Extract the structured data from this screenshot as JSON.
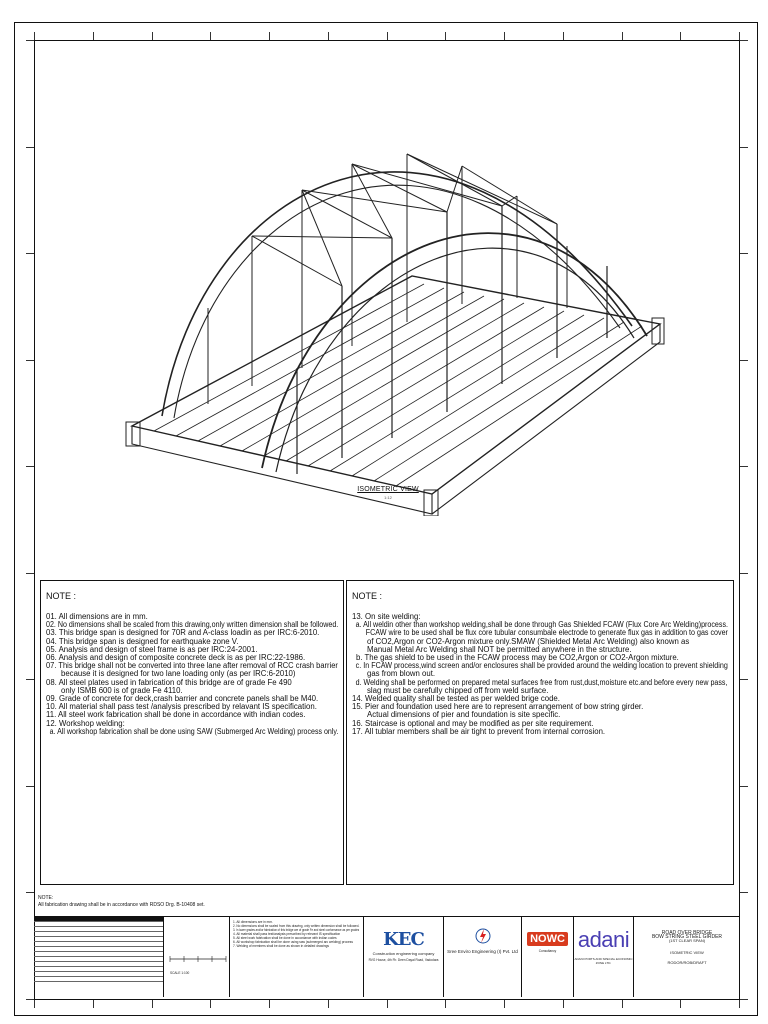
{
  "drawing": {
    "view_title": "ISOMETRIC VIEW",
    "view_scale": "1:12"
  },
  "notes_left": {
    "heading": "NOTE :",
    "items": [
      {
        "text": "01. All dimensions are in mm.",
        "kind": "main"
      },
      {
        "text": "02. No dimensions shall be scaled from this drawing,only written dimension shall be followed.",
        "kind": "main"
      },
      {
        "text": "03. This bridge span is designed for 70R and A-class loadin as per IRC:6-2010.",
        "kind": "main"
      },
      {
        "text": "04. This bridge span is designed for earthquake zone V.",
        "kind": "main"
      },
      {
        "text": "05. Analysis and design of steel frame is as per IRC:24-2001.",
        "kind": "main"
      },
      {
        "text": "06. Analysis and design of composite concrete deck is as per IRC:22-1986.",
        "kind": "main"
      },
      {
        "text": "07. This bridge shall not be converted into three lane after removal of RCC crash barrier",
        "kind": "main"
      },
      {
        "text": "because it is designed for two lane loading only (as per IRC:6-2010)",
        "kind": "cont"
      },
      {
        "text": "08. All steel plates used in fabrication of this bridge are of grade Fe 490",
        "kind": "main"
      },
      {
        "text": "only ISMB 600 is of grade Fe 4110.",
        "kind": "cont"
      },
      {
        "text": "09. Grade of concrete for deck,crash barrier and concrete panels shall be M40.",
        "kind": "main"
      },
      {
        "text": "10. All material shall pass test /analysis prescribed by relavant IS specification.",
        "kind": "main"
      },
      {
        "text": "11. All steel work fabrication shall be done in accordance with indian codes.",
        "kind": "main"
      },
      {
        "text": "12. Workshop welding:",
        "kind": "main"
      },
      {
        "text": "a. All workshop fabrication shall be done using SAW (Submerged Arc Welding) process only.",
        "kind": "sub"
      }
    ]
  },
  "notes_right": {
    "heading": "NOTE :",
    "items": [
      {
        "text": "13. On site welding:",
        "kind": "main"
      },
      {
        "text": "a. All weldin other than workshop welding,shall be done through Gas Shielded FCAW (Flux Core Arc Welding)process.",
        "kind": "sub"
      },
      {
        "text": "FCAW wire to be used shall be flux core tubular consumbale electrode to generate flux gas in addition to gas cover",
        "kind": "cont"
      },
      {
        "text": "of CO2,Argon or CO2-Argon mixture only.SMAW (Shielded Metal Arc Welding) also known as",
        "kind": "cont"
      },
      {
        "text": "Manual Metal Arc Welding shall NOT be permitted anywhere in the structure.",
        "kind": "cont"
      },
      {
        "text": "b. The gas shield to be used in the FCAW process may be CO2,Argon or CO2-Argon mixture.",
        "kind": "sub"
      },
      {
        "text": "c. In FCAW process,wind screen and/or enclosures shall be provided around the welding location to prevent shielding",
        "kind": "sub"
      },
      {
        "text": "gas from blown out.",
        "kind": "cont"
      },
      {
        "text": "d. Welding shall be performed on prepared metal surfaces free from rust,dust,moisture etc.and before every new pass,",
        "kind": "sub"
      },
      {
        "text": "slag must be carefully chipped off from weld surface.",
        "kind": "cont"
      },
      {
        "text": "14. Welded quality shall be tested as per welded brige code.",
        "kind": "main"
      },
      {
        "text": "15. Pier and foundation used here are to represent arrangement of bow string girder.",
        "kind": "main"
      },
      {
        "text": "Actual dimensions of pier and foundation is site specific.",
        "kind": "cont"
      },
      {
        "text": "16. Staircase is optional and may be modified as per site requirement.",
        "kind": "main"
      },
      {
        "text": "17. All tublar members shall be air tight to prevent from internal corrosion.",
        "kind": "main"
      }
    ]
  },
  "bottom_note": {
    "heading": "NOTE:",
    "text": "All fabrication drawing shall be in accordance with RDSO Drg. B-10408 set."
  },
  "title_block": {
    "kec_logo": "KEC",
    "kec_name": "Construction engineering company",
    "kec_addr": "RVG House, 4th Flr. Deen Dayal Road, Vadodara",
    "sree_name": "Sree Enviro Engineering (I) Pvt. Ltd",
    "nowc_logo": "NOWC",
    "nowc_sub": "Consultancy",
    "adani_logo": "adani",
    "adani_sub": "ADANI PORTS AND SPECIAL ECONOMIC ZONE LTD.",
    "project_title": "ROAD OVER BRIDGE",
    "drawing_title": "BOW STRING STEEL GIRDER",
    "drawing_subtitle": "(1ST CLEAR SPAN)",
    "sheet_title": "ISOMETRIC VIEW",
    "drawing_no": "RODOR/ROB/DRAFT",
    "scale_label": "SCALE 1:100",
    "notes_mini": [
      "1. All dimensions are in mm.",
      "2. No dimensions shall be scaled from this drawing, only written dimension shall be followed.",
      "3. In lower grades and/or fabrication of this bridge are of grade Fe and steel conformance as per grades",
      "4. All material shall pass test/analysis prescribed by relevant IS specification",
      "5. All steel work fabrication shall be done in accordance with indian codes",
      "6. All workshop fabrication shall be done using saw (submerged arc welding) process",
      "7. Welding of members shall be done as shown in detailed drawings"
    ]
  }
}
